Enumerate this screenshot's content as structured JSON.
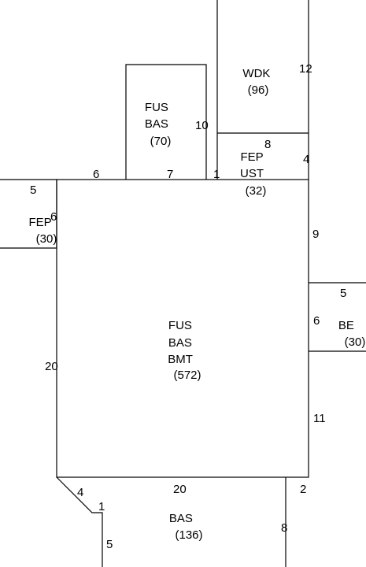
{
  "areas": [
    {
      "id": "main",
      "lines": [
        "FUS",
        "BAS",
        "BMT",
        "(572)"
      ]
    },
    {
      "id": "fus-bas-top",
      "lines": [
        "FUS",
        "BAS",
        "(70)"
      ]
    },
    {
      "id": "wdk",
      "lines": [
        "WDK",
        "(96)"
      ]
    },
    {
      "id": "fep-ust",
      "lines": [
        "FEP",
        "UST",
        "(32)"
      ]
    },
    {
      "id": "fep-left",
      "lines": [
        "FEP",
        "(30)"
      ]
    },
    {
      "id": "be-right",
      "lines": [
        "BE",
        "(30)"
      ]
    },
    {
      "id": "bas-bottom",
      "lines": [
        "BAS",
        "(136)"
      ]
    }
  ],
  "dimensions": {
    "main_left": "20",
    "main_bottom": "20",
    "main_right_upper": "9",
    "main_right_lower": "11",
    "top_left_segment": "6",
    "fus_bas_top_bottom": "7",
    "fus_bas_top_right": "10",
    "gap_segment": "1",
    "wdk_right": "12",
    "fep_ust_top": "8",
    "fep_ust_right": "4",
    "fep_left_top": "5",
    "fep_left_side": "6",
    "be_top": "5",
    "be_side": "6",
    "bas_diag": "4",
    "bas_step": "1",
    "bas_left": "5",
    "bas_corner": "2",
    "bas_right": "8"
  }
}
